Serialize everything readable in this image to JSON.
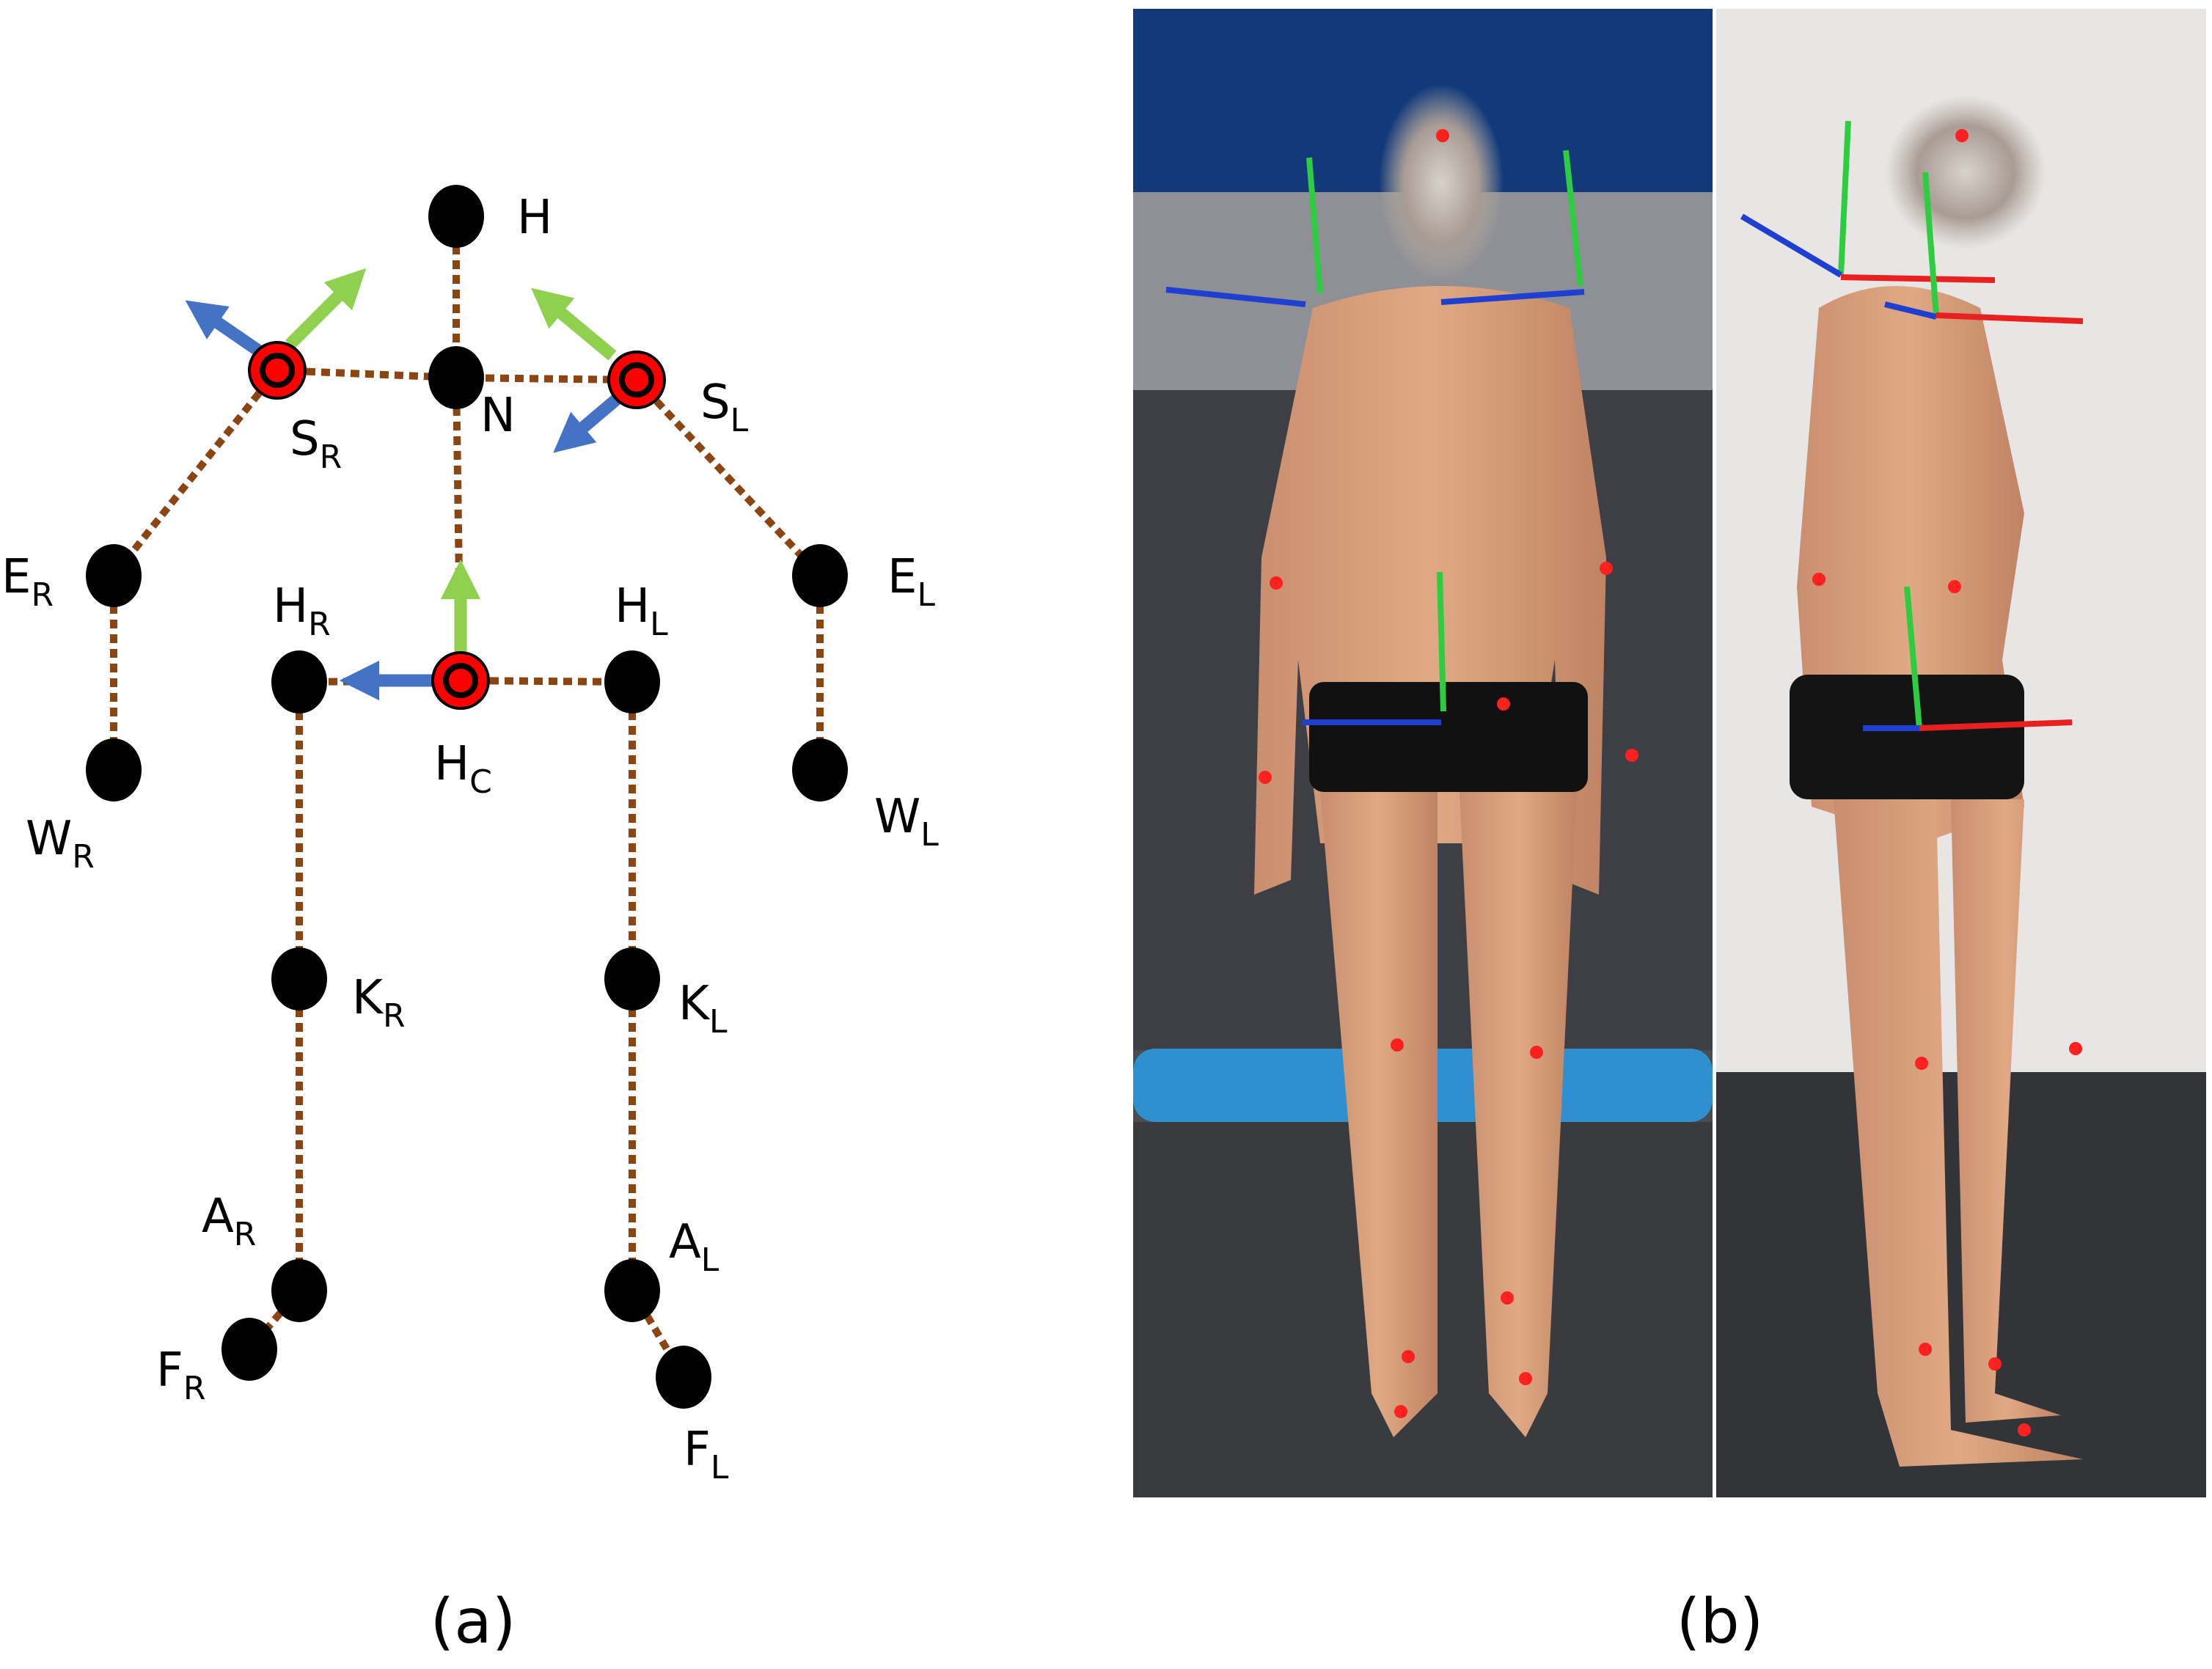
{
  "panel_a": {
    "caption": "(a)",
    "joints": [
      {
        "id": "head",
        "base": "H",
        "sub": "",
        "highlight": false
      },
      {
        "id": "neck",
        "base": "N",
        "sub": "",
        "highlight": false
      },
      {
        "id": "shoulder-r",
        "base": "S",
        "sub": "R",
        "highlight": true
      },
      {
        "id": "shoulder-l",
        "base": "S",
        "sub": "L",
        "highlight": true
      },
      {
        "id": "elbow-r",
        "base": "E",
        "sub": "R",
        "highlight": false
      },
      {
        "id": "elbow-l",
        "base": "E",
        "sub": "L",
        "highlight": false
      },
      {
        "id": "wrist-r",
        "base": "W",
        "sub": "R",
        "highlight": false
      },
      {
        "id": "wrist-l",
        "base": "W",
        "sub": "L",
        "highlight": false
      },
      {
        "id": "hip-r",
        "base": "H",
        "sub": "R",
        "highlight": false
      },
      {
        "id": "hip-l",
        "base": "H",
        "sub": "L",
        "highlight": false
      },
      {
        "id": "hip-center",
        "base": "H",
        "sub": "C",
        "highlight": true
      },
      {
        "id": "knee-r",
        "base": "K",
        "sub": "R",
        "highlight": false
      },
      {
        "id": "knee-l",
        "base": "K",
        "sub": "L",
        "highlight": false
      },
      {
        "id": "ankle-r",
        "base": "A",
        "sub": "R",
        "highlight": false
      },
      {
        "id": "ankle-l",
        "base": "A",
        "sub": "L",
        "highlight": false
      },
      {
        "id": "foot-r",
        "base": "F",
        "sub": "R",
        "highlight": false
      },
      {
        "id": "foot-l",
        "base": "F",
        "sub": "L",
        "highlight": false
      }
    ],
    "bones": [
      [
        "head",
        "neck"
      ],
      [
        "shoulder-r",
        "neck"
      ],
      [
        "neck",
        "shoulder-l"
      ],
      [
        "shoulder-r",
        "elbow-r"
      ],
      [
        "elbow-r",
        "wrist-r"
      ],
      [
        "shoulder-l",
        "elbow-l"
      ],
      [
        "elbow-l",
        "wrist-l"
      ],
      [
        "neck",
        "hip-center"
      ],
      [
        "hip-r",
        "hip-center"
      ],
      [
        "hip-center",
        "hip-l"
      ],
      [
        "hip-r",
        "knee-r"
      ],
      [
        "knee-r",
        "ankle-r"
      ],
      [
        "ankle-r",
        "foot-r"
      ],
      [
        "hip-l",
        "knee-l"
      ],
      [
        "knee-l",
        "ankle-l"
      ],
      [
        "ankle-l",
        "foot-l"
      ]
    ],
    "colors": {
      "bone": "#8B4513",
      "joint": "#000000",
      "highlight_ring": "#ff0000",
      "axis_x": "#4472c4",
      "axis_y": "#8fd14f"
    }
  },
  "panel_b": {
    "caption": "(b)",
    "photos": [
      {
        "id": "front-view",
        "description": "subject standing, frontal view with red markers and coordinate axes"
      },
      {
        "id": "side-view",
        "description": "subject standing, lateral view with red markers and coordinate axes"
      }
    ]
  }
}
